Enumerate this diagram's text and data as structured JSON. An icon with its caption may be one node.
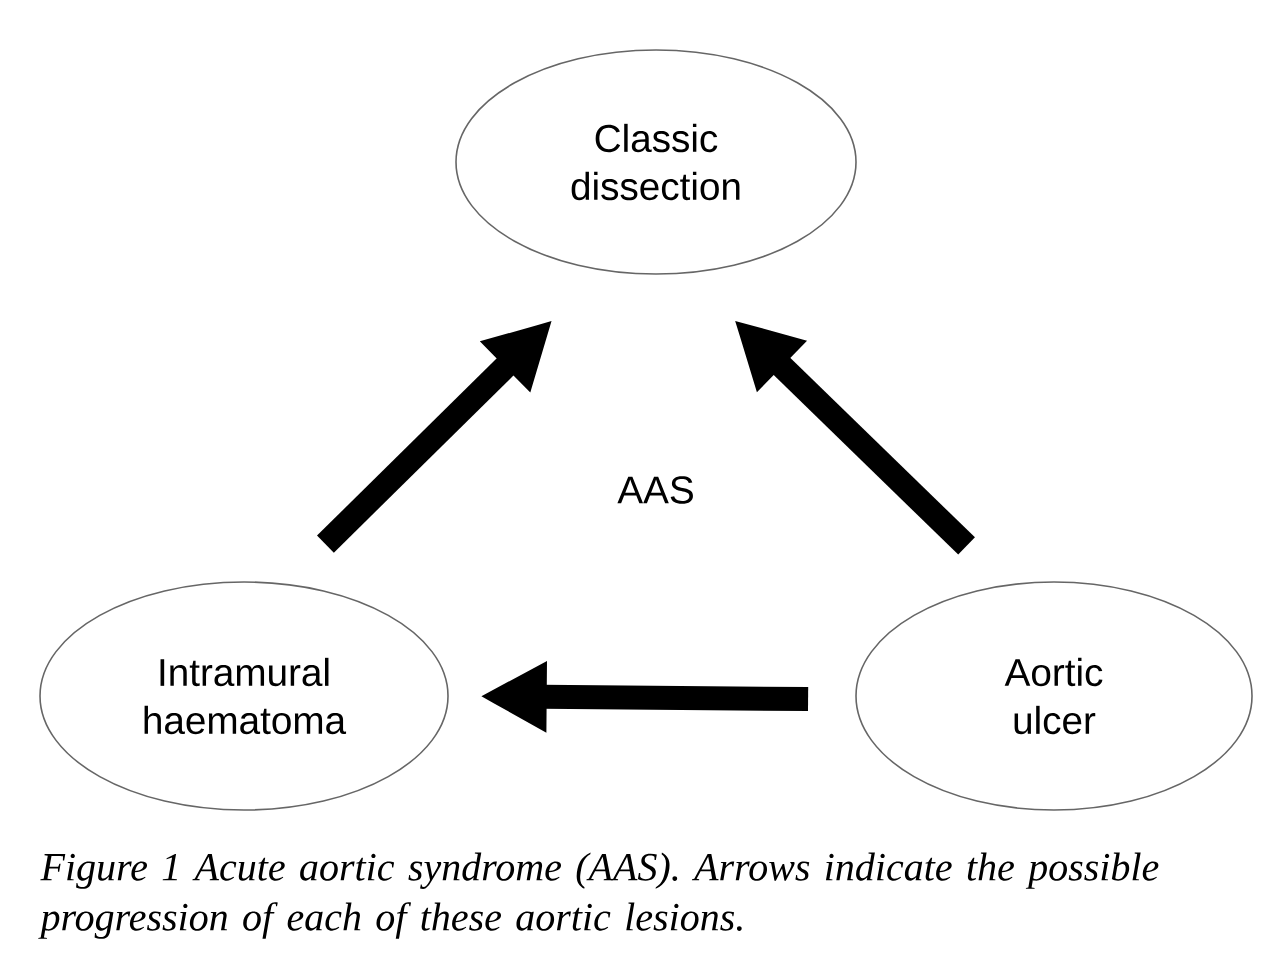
{
  "diagram": {
    "caption": "Figure 1 Acute aortic syndrome (AAS). Arrows indicate the possible progression of each of these aortic lesions.",
    "nodes": [
      {
        "text": [
          "Classic dissection"
        ]
      },
      {
        "text": [
          "Intramural haematoma"
        ]
      },
      {
        "text": [
          "Aortic ulcer"
        ]
      }
    ],
    "edges": [
      {
        "from": 1,
        "to": 0,
        "arrow": "to"
      },
      {
        "from": 2,
        "to": 0,
        "arrow": "to"
      },
      {
        "from": 2,
        "to": 1,
        "arrow": "to"
      }
    ],
    "labels": [
      "AAS"
    ]
  }
}
